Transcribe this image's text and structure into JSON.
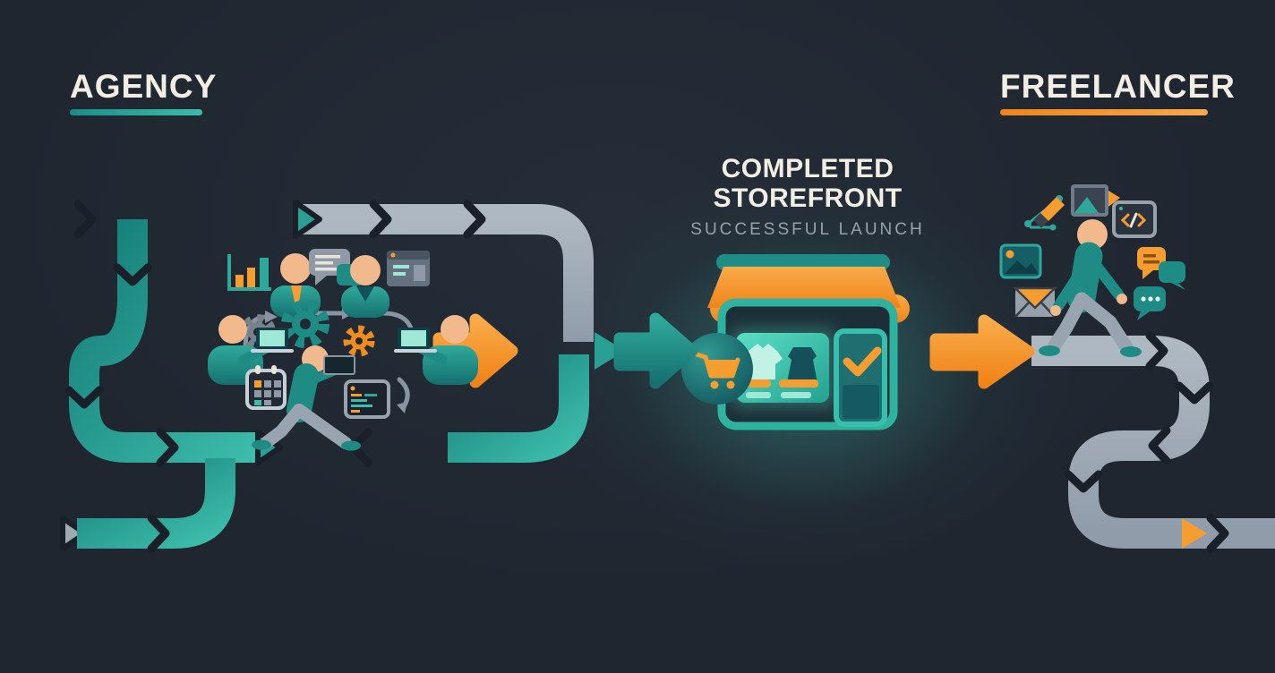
{
  "headings": {
    "agency": "AGENCY",
    "freelancer": "FREELANCER"
  },
  "center_label": {
    "line1": "COMPLETED",
    "line2": "STOREFRONT",
    "subtitle": "SUCCESSFUL LAUNCH"
  },
  "colors": {
    "background": "#202831",
    "teal_path": "#1E8C84",
    "teal_bright": "#3CBCAA",
    "gray_path": "#9FAAB5",
    "orange": "#F59E2F",
    "heading_text": "#F2EEE3",
    "subtitle_text": "#97A1AB",
    "notch_dark": "#19202A",
    "storefront_panel": "#4FD6BE"
  },
  "illustrations": {
    "agency_cluster_icons": [
      "bar-chart-icon",
      "person-with-tie-icon",
      "speech-bubbles-icon",
      "person-vneck-icon",
      "browser-window-icon",
      "gear-icon-gray",
      "gear-icon-teal",
      "gear-icon-orange",
      "person-with-laptop-left-icon",
      "person-with-laptop-right-icon",
      "calendar-icon",
      "walking-person-with-laptop-icon",
      "code-window-icon",
      "curved-connector-arrows"
    ],
    "storefront_parts": [
      "awning",
      "shop-sign-bar",
      "shop-window",
      "t-shirt-icon",
      "dress-icon",
      "door-with-checkmark-icon",
      "shopping-cart-badge-icon"
    ],
    "freelancer_cluster_icons": [
      "pen-tool-icon",
      "image-video-icon",
      "code-window-icon",
      "photo-icon",
      "envelope-icon",
      "speech-bubble-orange-icon",
      "speech-bubble-teal-icon",
      "chat-dots-bubble-icon",
      "walking-freelancer-figure"
    ],
    "arrows": [
      "orange-arrow-to-storefront",
      "teal-merge-arrow",
      "orange-arrow-to-freelancer"
    ]
  }
}
